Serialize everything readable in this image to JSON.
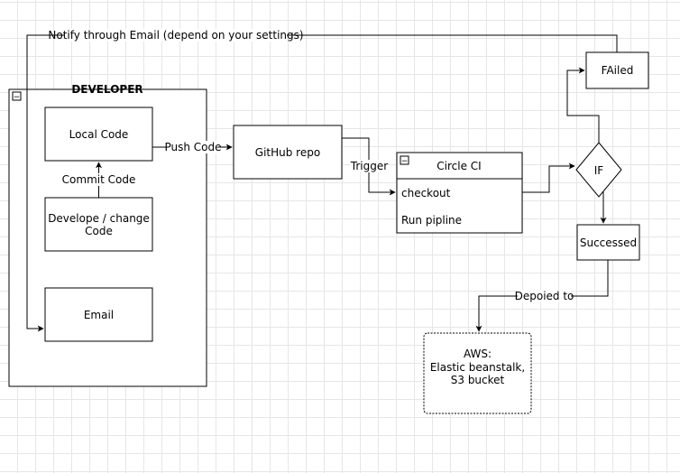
{
  "diagram": {
    "developer": {
      "title": "DEVELOPER",
      "collapse_glyph": "−"
    },
    "nodes": {
      "local_code": {
        "label": "Local Code"
      },
      "develop_change": {
        "label_line1": "Develope / change",
        "label_line2": "Code"
      },
      "email": {
        "label": "Email"
      },
      "github_repo": {
        "label": "GitHub repo"
      },
      "failed": {
        "label": "FAiled"
      },
      "if_decision": {
        "label": "IF"
      },
      "successed": {
        "label": "Successed"
      },
      "aws": {
        "label_line1": "AWS:",
        "label_line2": "Elastic beanstalk,",
        "label_line3": "S3 bucket"
      }
    },
    "circle_ci": {
      "title": "Circle CI",
      "collapse_glyph": "−",
      "items": [
        "checkout",
        "Run pipline"
      ]
    },
    "edges": {
      "notify": "Notify through Email (depend on your settings)",
      "push_code": "Push Code",
      "commit_code": "Commit Code",
      "trigger": "Trigger",
      "deployed_to": "Depoied to"
    }
  }
}
